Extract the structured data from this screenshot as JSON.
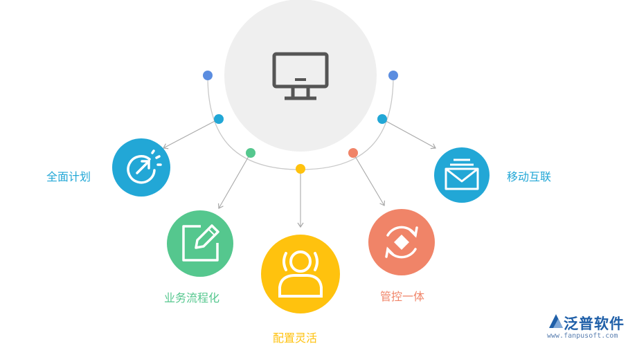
{
  "center": {
    "icon": "monitor-icon"
  },
  "nodes": [
    {
      "key": "plan",
      "label": "全面计划",
      "icon": "clock-arrow-icon",
      "color": "#22a7d6"
    },
    {
      "key": "business",
      "label": "业务流程化",
      "icon": "edit-icon",
      "color": "#55c78e"
    },
    {
      "key": "config",
      "label": "配置灵活",
      "icon": "user-icon",
      "color": "#ffc20e"
    },
    {
      "key": "control",
      "label": "管控一体",
      "icon": "refresh-icon",
      "color": "#f08468"
    },
    {
      "key": "mobile",
      "label": "移动互联",
      "icon": "mail-icon",
      "color": "#22a7d6"
    }
  ],
  "dots": [
    {
      "color": "#5b8de0"
    },
    {
      "color": "#22a7d6"
    },
    {
      "color": "#55c78e"
    },
    {
      "color": "#ffc20e"
    },
    {
      "color": "#f08468"
    },
    {
      "color": "#22a7d6"
    },
    {
      "color": "#5b8de0"
    }
  ],
  "brand": {
    "name": "泛普软件",
    "url": "www.fanpusoft.com",
    "icon": "brand-logo-icon"
  }
}
